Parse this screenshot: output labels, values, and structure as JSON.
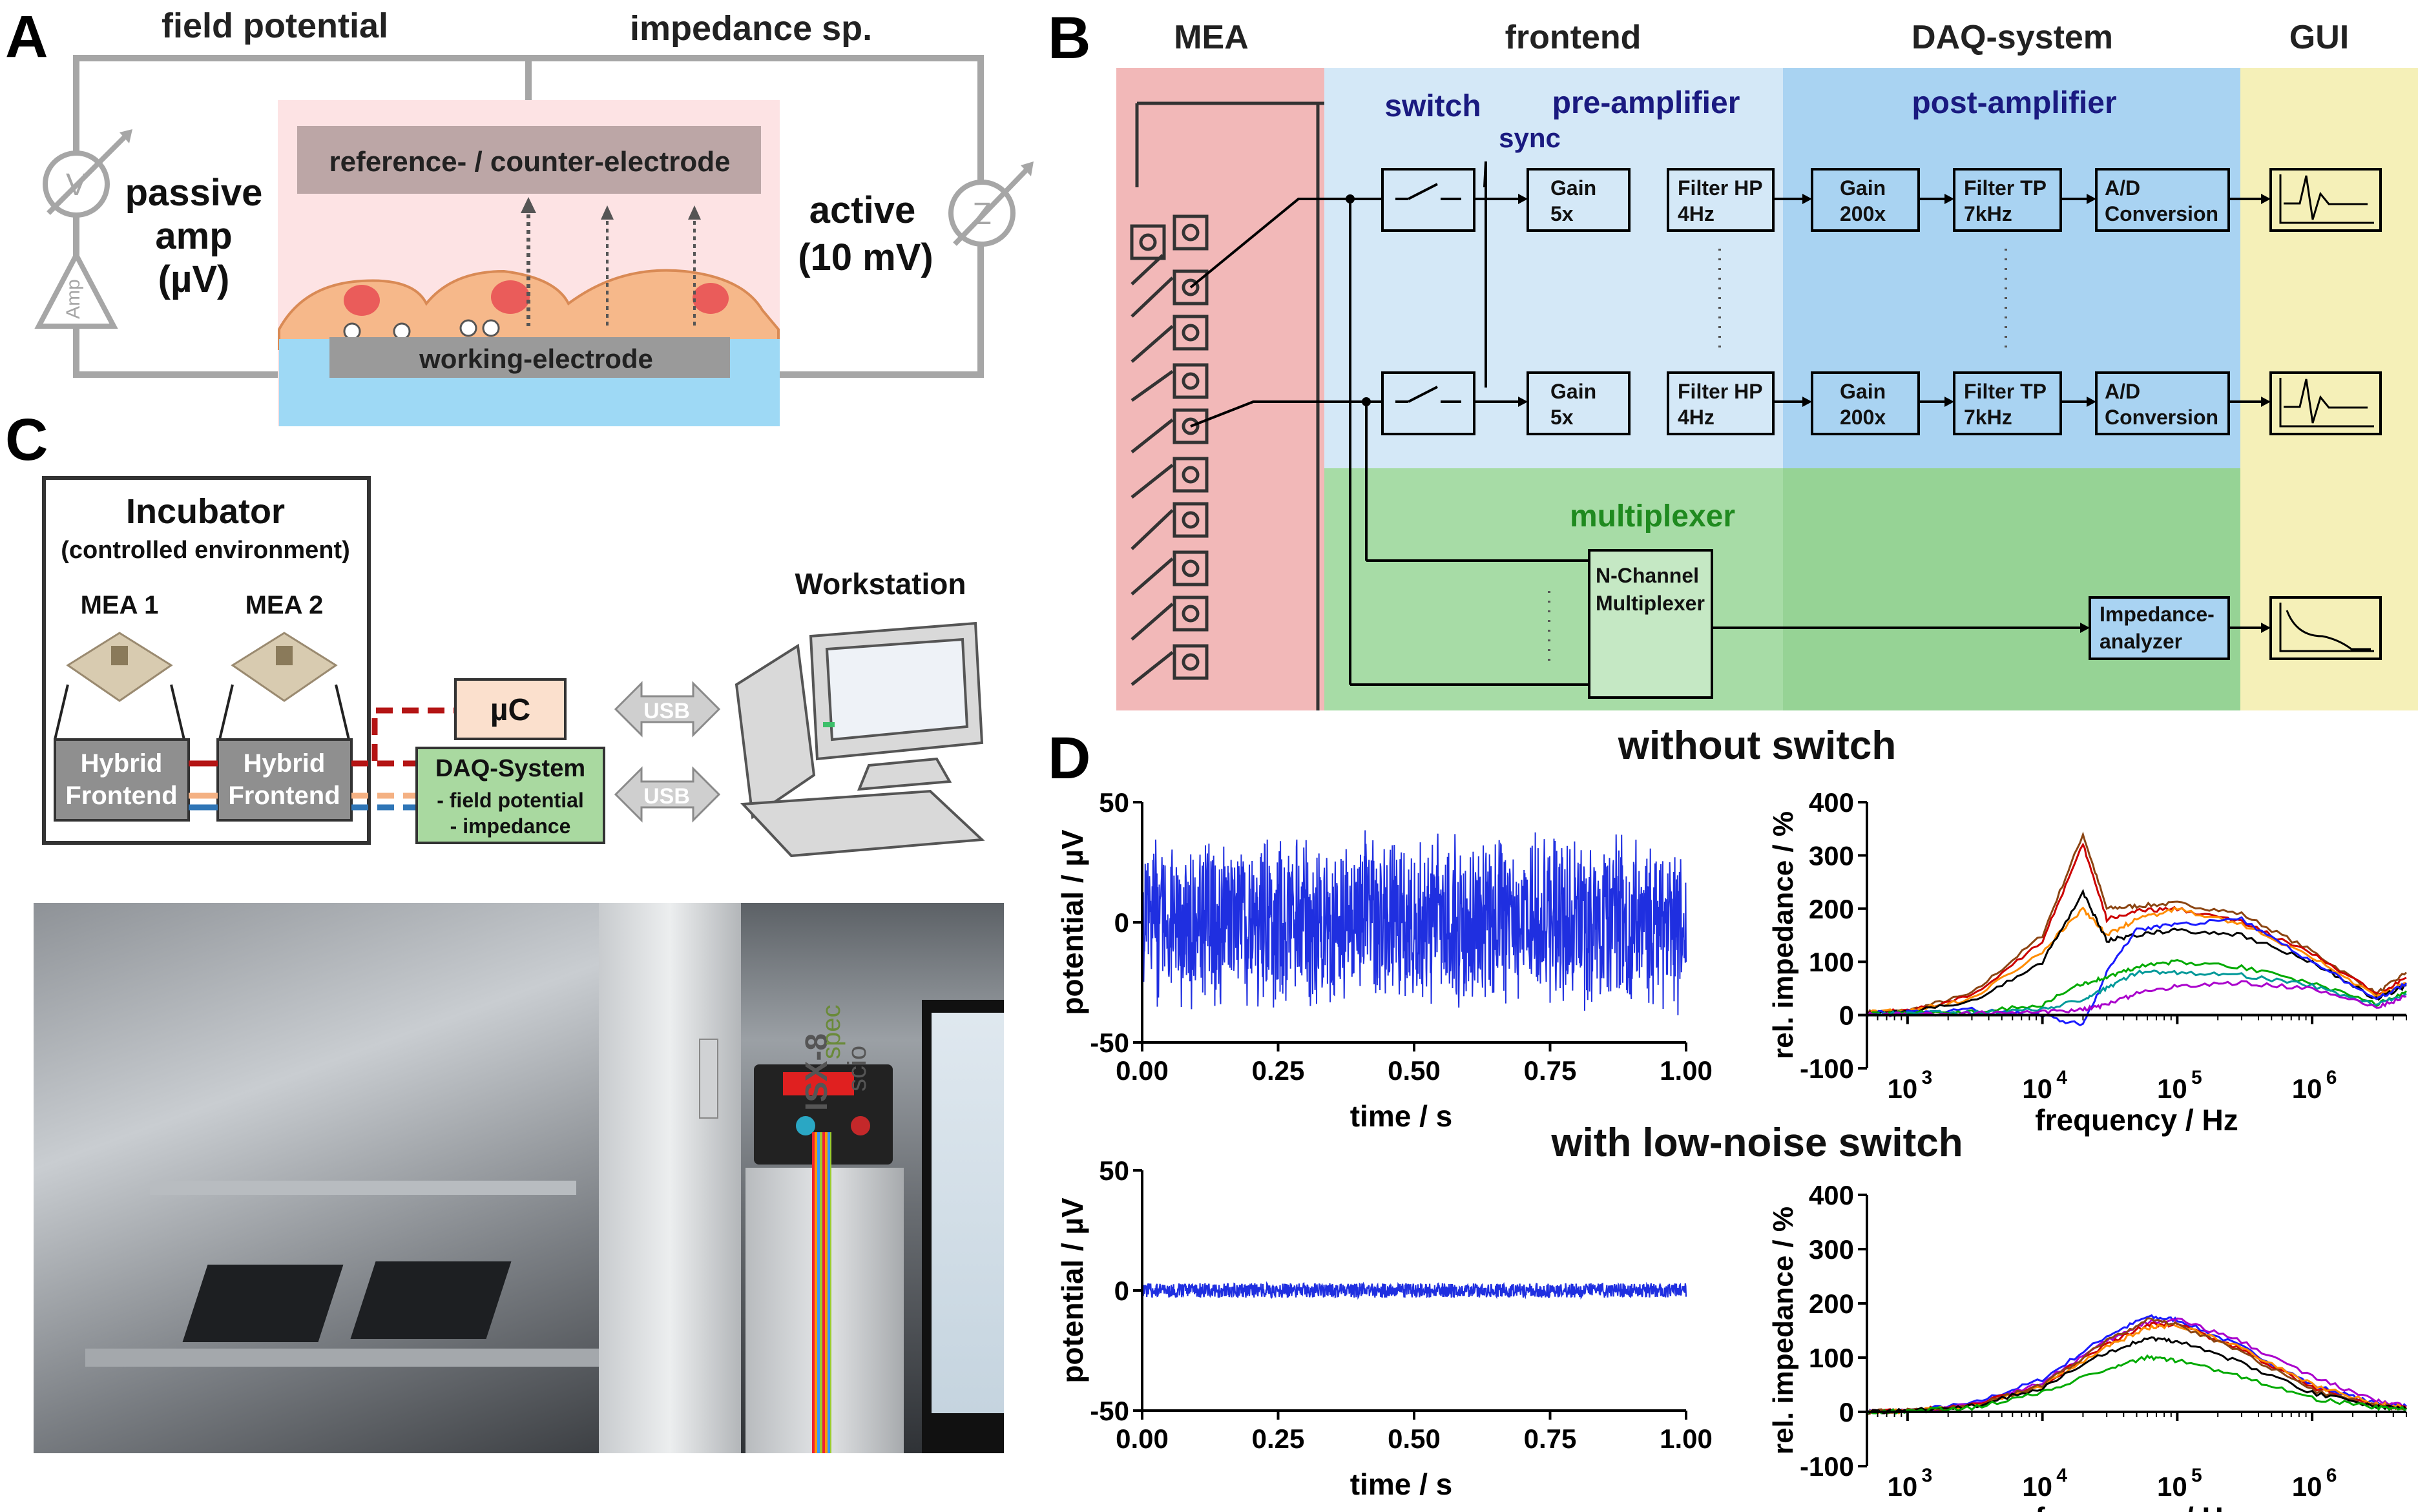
{
  "panels": {
    "a": "A",
    "b": "B",
    "c": "C",
    "d": "D"
  },
  "panel_a": {
    "field_potential": "field potential",
    "impedance_sp": "impedance sp.",
    "reference_electrode": "reference- / counter-electrode",
    "working_electrode": "working-electrode",
    "passive_amp": [
      "passive",
      "amp",
      "(µV)"
    ],
    "active": [
      "active",
      "(10 mV)"
    ],
    "v_symbol": "V",
    "z_symbol": "Z",
    "amp_label": "Amp"
  },
  "panel_b": {
    "col_headers": [
      "MEA",
      "frontend",
      "DAQ-system",
      "GUI"
    ],
    "switch": "switch",
    "sync": "sync",
    "pre_amplifier": "pre-amplifier",
    "post_amplifier": "post-amplifier",
    "multiplexer": "multiplexer",
    "gain5": [
      "Gain",
      "5x"
    ],
    "filter_hp": [
      "Filter HP",
      "4Hz"
    ],
    "gain200": [
      "Gain",
      "200x"
    ],
    "filter_tp": [
      "Filter TP",
      "7kHz"
    ],
    "ad_conversion": [
      "A/D",
      "Conversion"
    ],
    "n_channel_mux": [
      "N-Channel",
      "Multiplexer"
    ],
    "impedance_analyzer": [
      "Impedance-",
      "analyzer"
    ],
    "colors": {
      "mea": "#f2b8b8",
      "frontend": "#d4e8f7",
      "daq": "#a9d3f2",
      "gui": "#f5f0b8",
      "mux": "#a7dca6",
      "mux_box": "#c5e8c4"
    }
  },
  "panel_c": {
    "incubator": "Incubator",
    "controlled_env": "(controlled environment)",
    "mea1": "MEA 1",
    "mea2": "MEA 2",
    "hybrid_frontend": [
      "Hybrid",
      "Frontend"
    ],
    "uc": "µC",
    "daq_system": "DAQ-System",
    "daq_items": [
      "- field potential",
      "- impedance"
    ],
    "usb": "USB",
    "workstation": "Workstation",
    "photo_device_lines": [
      "ISX-8",
      "scio",
      "spec"
    ]
  },
  "panel_d": {
    "without_switch": "without switch",
    "with_switch": "with low-noise switch",
    "time_axis_label": "time / s",
    "potential_axis_label": "potential / µV",
    "freq_axis_label": "frequency / Hz",
    "impedance_axis_label": "rel. impedance / %",
    "time_ticks": [
      "0.00",
      "0.25",
      "0.50",
      "0.75",
      "1.00"
    ],
    "potential_ticks": [
      "50",
      "0",
      "-50"
    ],
    "impedance_ticks": [
      "400",
      "300",
      "200",
      "100",
      "0",
      "-100"
    ],
    "freq_ticks": [
      "10",
      "10",
      "10",
      "10"
    ],
    "freq_exponents": [
      "3",
      "4",
      "5",
      "6"
    ]
  },
  "chart_data": [
    {
      "type": "line",
      "title": "without switch",
      "xlabel": "time / s",
      "ylabel": "potential / µV",
      "xlim": [
        0,
        1
      ],
      "ylim": [
        -50,
        50
      ],
      "series": [
        {
          "color": "#1f2fe0",
          "noise_amplitude_uV": 35
        }
      ]
    },
    {
      "type": "line",
      "title": "without switch",
      "xlabel": "frequency / Hz",
      "ylabel": "rel. impedance / %",
      "xscale": "log",
      "xlim": [
        500,
        5000000
      ],
      "ylim": [
        -100,
        400
      ],
      "x": [
        500,
        1000,
        3000,
        10000,
        20000,
        30000,
        50000,
        100000,
        300000,
        1000000,
        3000000,
        5000000
      ],
      "series": [
        {
          "color": "#8b4513",
          "values": [
            5,
            8,
            40,
            150,
            340,
            200,
            205,
            210,
            190,
            120,
            40,
            80
          ]
        },
        {
          "color": "#cc0000",
          "values": [
            5,
            8,
            35,
            140,
            320,
            180,
            195,
            200,
            175,
            115,
            40,
            70
          ]
        },
        {
          "color": "#ff8c00",
          "values": [
            5,
            8,
            30,
            120,
            200,
            150,
            180,
            200,
            170,
            110,
            35,
            60
          ]
        },
        {
          "color": "#000000",
          "values": [
            3,
            6,
            25,
            100,
            230,
            140,
            150,
            160,
            150,
            100,
            30,
            55
          ]
        },
        {
          "color": "#1a1aff",
          "values": [
            3,
            5,
            10,
            0,
            -20,
            80,
            160,
            170,
            180,
            100,
            30,
            60
          ]
        },
        {
          "color": "#00aa00",
          "values": [
            2,
            4,
            5,
            20,
            60,
            70,
            90,
            100,
            90,
            60,
            20,
            45
          ]
        },
        {
          "color": "#009999",
          "values": [
            2,
            3,
            5,
            10,
            30,
            50,
            80,
            80,
            75,
            55,
            18,
            40
          ]
        },
        {
          "color": "#aa00cc",
          "values": [
            1,
            2,
            3,
            5,
            10,
            20,
            40,
            55,
            60,
            50,
            15,
            35
          ]
        }
      ]
    },
    {
      "type": "line",
      "title": "with low-noise switch",
      "xlabel": "time / s",
      "ylabel": "potential / µV",
      "xlim": [
        0,
        1
      ],
      "ylim": [
        -50,
        50
      ],
      "series": [
        {
          "color": "#1f2fe0",
          "noise_amplitude_uV": 3
        }
      ]
    },
    {
      "type": "line",
      "title": "with low-noise switch",
      "xlabel": "frequency / Hz",
      "ylabel": "rel. impedance / %",
      "xscale": "log",
      "xlim": [
        500,
        5000000
      ],
      "ylim": [
        -100,
        400
      ],
      "x": [
        500,
        1000,
        3000,
        10000,
        30000,
        60000,
        100000,
        300000,
        1000000,
        3000000,
        5000000
      ],
      "series": [
        {
          "color": "#1a1aff",
          "values": [
            0,
            2,
            15,
            60,
            140,
            175,
            170,
            120,
            50,
            15,
            10
          ]
        },
        {
          "color": "#aa00cc",
          "values": [
            0,
            2,
            12,
            55,
            130,
            165,
            170,
            130,
            65,
            20,
            10
          ]
        },
        {
          "color": "#cc0000",
          "values": [
            0,
            2,
            12,
            50,
            125,
            160,
            162,
            115,
            45,
            12,
            8
          ]
        },
        {
          "color": "#ff8c00",
          "values": [
            0,
            2,
            10,
            48,
            120,
            155,
            160,
            118,
            50,
            15,
            8
          ]
        },
        {
          "color": "#8b4513",
          "values": [
            0,
            2,
            10,
            50,
            130,
            170,
            160,
            110,
            40,
            12,
            6
          ]
        },
        {
          "color": "#000000",
          "values": [
            0,
            2,
            10,
            45,
            110,
            135,
            130,
            90,
            35,
            10,
            5
          ]
        },
        {
          "color": "#00aa00",
          "values": [
            0,
            1,
            8,
            35,
            80,
            100,
            95,
            65,
            25,
            8,
            5
          ]
        }
      ]
    }
  ]
}
